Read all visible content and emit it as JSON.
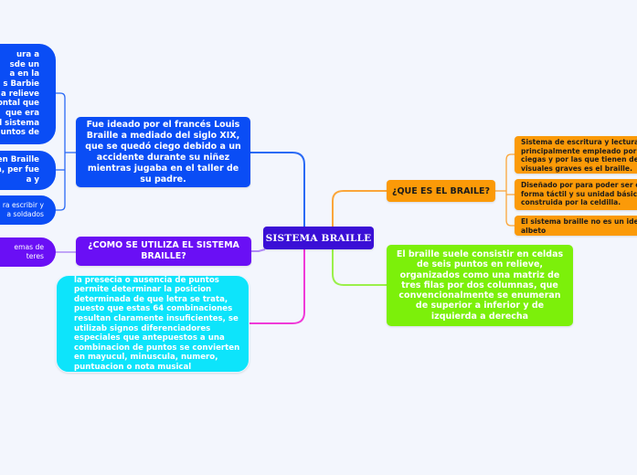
{
  "mindmap": {
    "central": {
      "label": "SISTEMA BRAILLE",
      "color": "#3a0fd6"
    },
    "branches": {
      "ideado": {
        "label": "Fue ideado por el francés Louis Braille a mediado del siglo XIX, que se quedó ciego debido a un accidente durante su niñez mientras jugaba en el taller de su padre.",
        "color": "#0a4df5",
        "children": [
          {
            "lines": [
              "ura a",
              "sde un",
              "a en la",
              "s Barbie",
              "a relieve",
              "ontal que",
              "que era",
              "el sistema",
              "untos de"
            ]
          },
          {
            "lines": [
              "en Braille",
              "a, per fue",
              "a y"
            ]
          },
          {
            "lines": [
              "ra escribir y",
              "a soldados"
            ]
          }
        ]
      },
      "como": {
        "label": "¿COMO SE UTILIZA EL SISTEMA BRAILLE?",
        "color": "#6a0ff5",
        "children": [
          {
            "lines": [
              "emas de",
              "teres"
            ]
          }
        ]
      },
      "presecia": {
        "label": "la presecia o ausencia de puntos permite  determinar la posicion determinada de que letra se trata, puesto que estas 64 combinaciones resultan claramente insuficientes, se utilizab signos diferenciadores especiales que  antepuestos  a una combinacion de puntos se convierten en mayucul, minuscula, numero, puntuacion o nota musical",
        "lines": [
          "la presecia o ausencia de puntos",
          "permite  determinar la posicion",
          "determinada de que letra se trata,",
          "puesto que estas 64 combinaciones",
          "resultan claramente insuficientes, se",
          "utilizab signos diferenciadores",
          "especiales que  antepuestos  a una",
          "combinacion de puntos se convierten",
          "en mayucul, minuscula, numero,",
          "puntuacion o nota musical"
        ],
        "color": "#0de4fb"
      },
      "que": {
        "label": "¿QUE ES EL BRAILE?",
        "color": "#fb9a08",
        "children": [
          {
            "lines": [
              "Sistema de escritura y lectura",
              "principalmente empleado por las",
              "ciegas y por las que tienen defic",
              "visuales graves es el braille."
            ]
          },
          {
            "lines": [
              "Diseñado por  para poder ser exp",
              "forma táctil y su unidad básica e",
              "construida por la celdilla."
            ]
          },
          {
            "lines": [
              "El sistema braille no es un ideon",
              "albeto"
            ]
          }
        ]
      },
      "celdas": {
        "label": "El braille suele consistir en celdas de seis puntos en relieve, organizados como una matriz de tres filas por dos columnas, que convencionalmente se enumeran de superior a inferior y de izquierda a derecha",
        "color": "#7cf00a"
      }
    },
    "link_colors": {
      "ideado": "#2a6af5",
      "como": "#b08af5",
      "presecia": "#f03ad8",
      "que": "#fba63a",
      "celdas": "#9af04a"
    }
  }
}
